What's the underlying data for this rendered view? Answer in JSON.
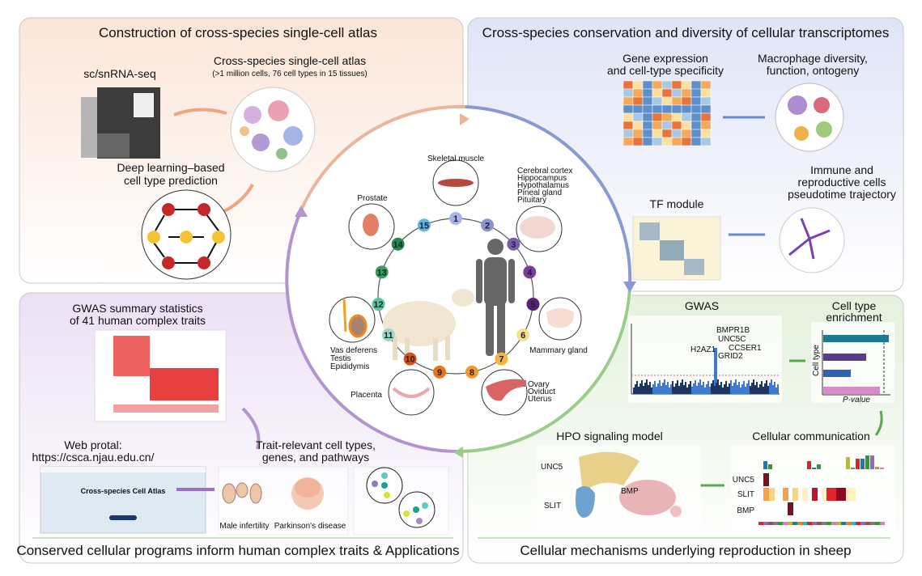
{
  "panels": {
    "top_left": {
      "title": "Construction of cross-species single-cell atlas",
      "seq_label": "sc/snRNA-seq",
      "atlas_title": "Cross-species single-cell atlas",
      "atlas_sub": "(>1 million cells, 76 cell types in 15 tissues)",
      "dl_line1": "Deep learning–based",
      "dl_line2": "cell type prediction"
    },
    "top_right": {
      "title": "Cross-species conservation and diversity of cellular transcriptomes",
      "gene_line1": "Gene expression",
      "gene_line2": "and cell-type specificity",
      "macro_line1": "Macrophage diversity,",
      "macro_line2": "function, ontogeny",
      "immune_line1": "Immune and",
      "immune_line2": "reproductive cells",
      "immune_line3": "pseudotime trajectory",
      "tf": "TF module"
    },
    "bottom_left": {
      "title": "Conserved cellular programs inform human complex traits & Applications",
      "gwas_line1": "GWAS summary statistics",
      "gwas_line2": "of 41 human complex traits",
      "web_line1": "Web protal:",
      "web_line2": "https://csca.njau.edu.cn/",
      "web_screenshot_title": "Cross-species Cell Atlas",
      "trait_line1": "Trait-relevant cell types,",
      "trait_line2": "genes, and pathways",
      "male": "Male infertility",
      "parkinson": "Parkinson's disease"
    },
    "bottom_right": {
      "title": "Cellular mechanisms underlying reproduction in sheep",
      "gwas": "GWAS",
      "genes": [
        "BMPR1B",
        "UNC5C",
        "H2AZ1",
        "CCSER1",
        "GRID2"
      ],
      "enrich_line1": "Cell type",
      "enrich_line2": "enrichment",
      "ylabel": "Cell type",
      "xlabel": "P-value",
      "comm": "Cellular communication",
      "comm_rows": [
        "UNC5",
        "SLIT",
        "BMP"
      ],
      "hpo": "HPO signaling model",
      "hpo_labels": [
        "UNC5",
        "SLIT",
        "BMP"
      ]
    }
  },
  "center": {
    "tissues": {
      "muscle": "Skeletal muscle",
      "brain": [
        "Cerebral cortex",
        "Hippocampus",
        "Hypothalamus",
        "Pineal gland",
        "Pituitary"
      ],
      "prostate": "Prostate",
      "mammary": "Mammary gland",
      "male_repro": [
        "Vas deferens",
        "Testis",
        "Epididymis"
      ],
      "placenta": "Placenta",
      "female_repro": [
        "Ovary",
        "Oviduct",
        "Uterus"
      ]
    },
    "nodes": [
      "1",
      "2",
      "3",
      "4",
      "5",
      "6",
      "7",
      "8",
      "9",
      "10",
      "11",
      "12",
      "13",
      "14",
      "15"
    ],
    "node_colors": [
      "#a9b4e6",
      "#8c93d3",
      "#7b5bb0",
      "#7a3c9e",
      "#5b1f78",
      "#f7e08a",
      "#f4b63c",
      "#f39a2c",
      "#e8741c",
      "#d8501a",
      "#9bd8c7",
      "#5cc3a2",
      "#2e9e63",
      "#248a4e",
      "#5fb7e0"
    ]
  },
  "colors": {
    "top_left_bg": "#fdf0e8",
    "top_right_bg": "#eceffa",
    "bottom_left_bg": "#f5eef9",
    "bottom_right_bg": "#f0f7ec"
  }
}
